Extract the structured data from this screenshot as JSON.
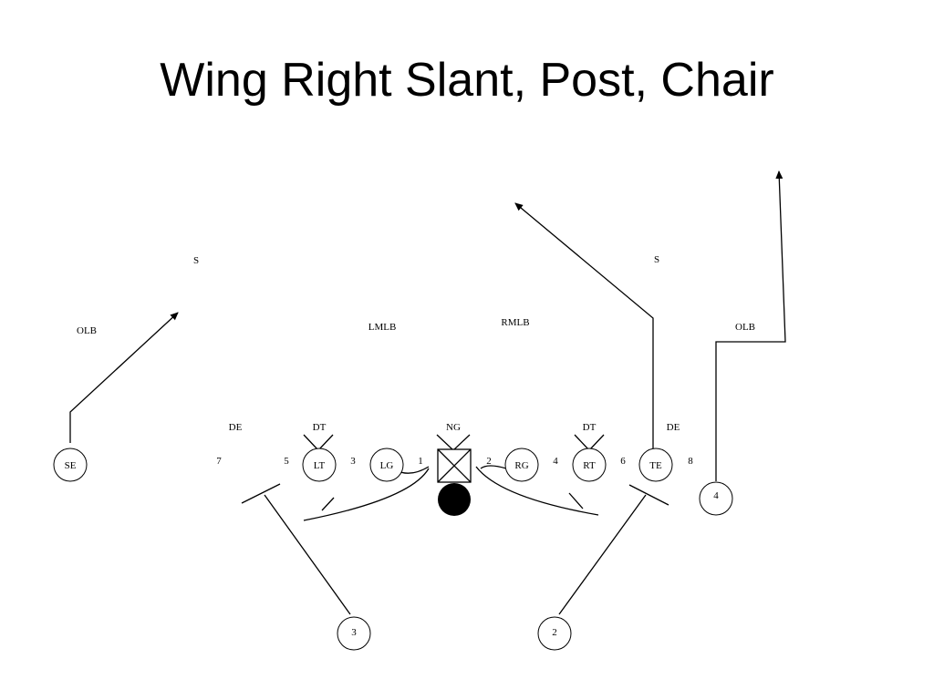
{
  "title": "Wing Right Slant, Post, Chair",
  "defense": {
    "s_left": "S",
    "s_right": "S",
    "olb_left": "OLB",
    "olb_right": "OLB",
    "lmlb": "LMLB",
    "rmlb": "RMLB",
    "de_left": "DE",
    "dt_left": "DT",
    "ng": "NG",
    "dt_right": "DT",
    "de_right": "DE"
  },
  "gaps": {
    "g7": "7",
    "g5": "5",
    "g3": "3",
    "g1": "1",
    "g2": "2",
    "g4": "4",
    "g6": "6",
    "g8": "8"
  },
  "offense": {
    "se": "SE",
    "lt": "LT",
    "lg": "LG",
    "rg": "RG",
    "rt": "RT",
    "te": "TE",
    "back_3": "3",
    "back_2": "2",
    "back_4": "4"
  }
}
